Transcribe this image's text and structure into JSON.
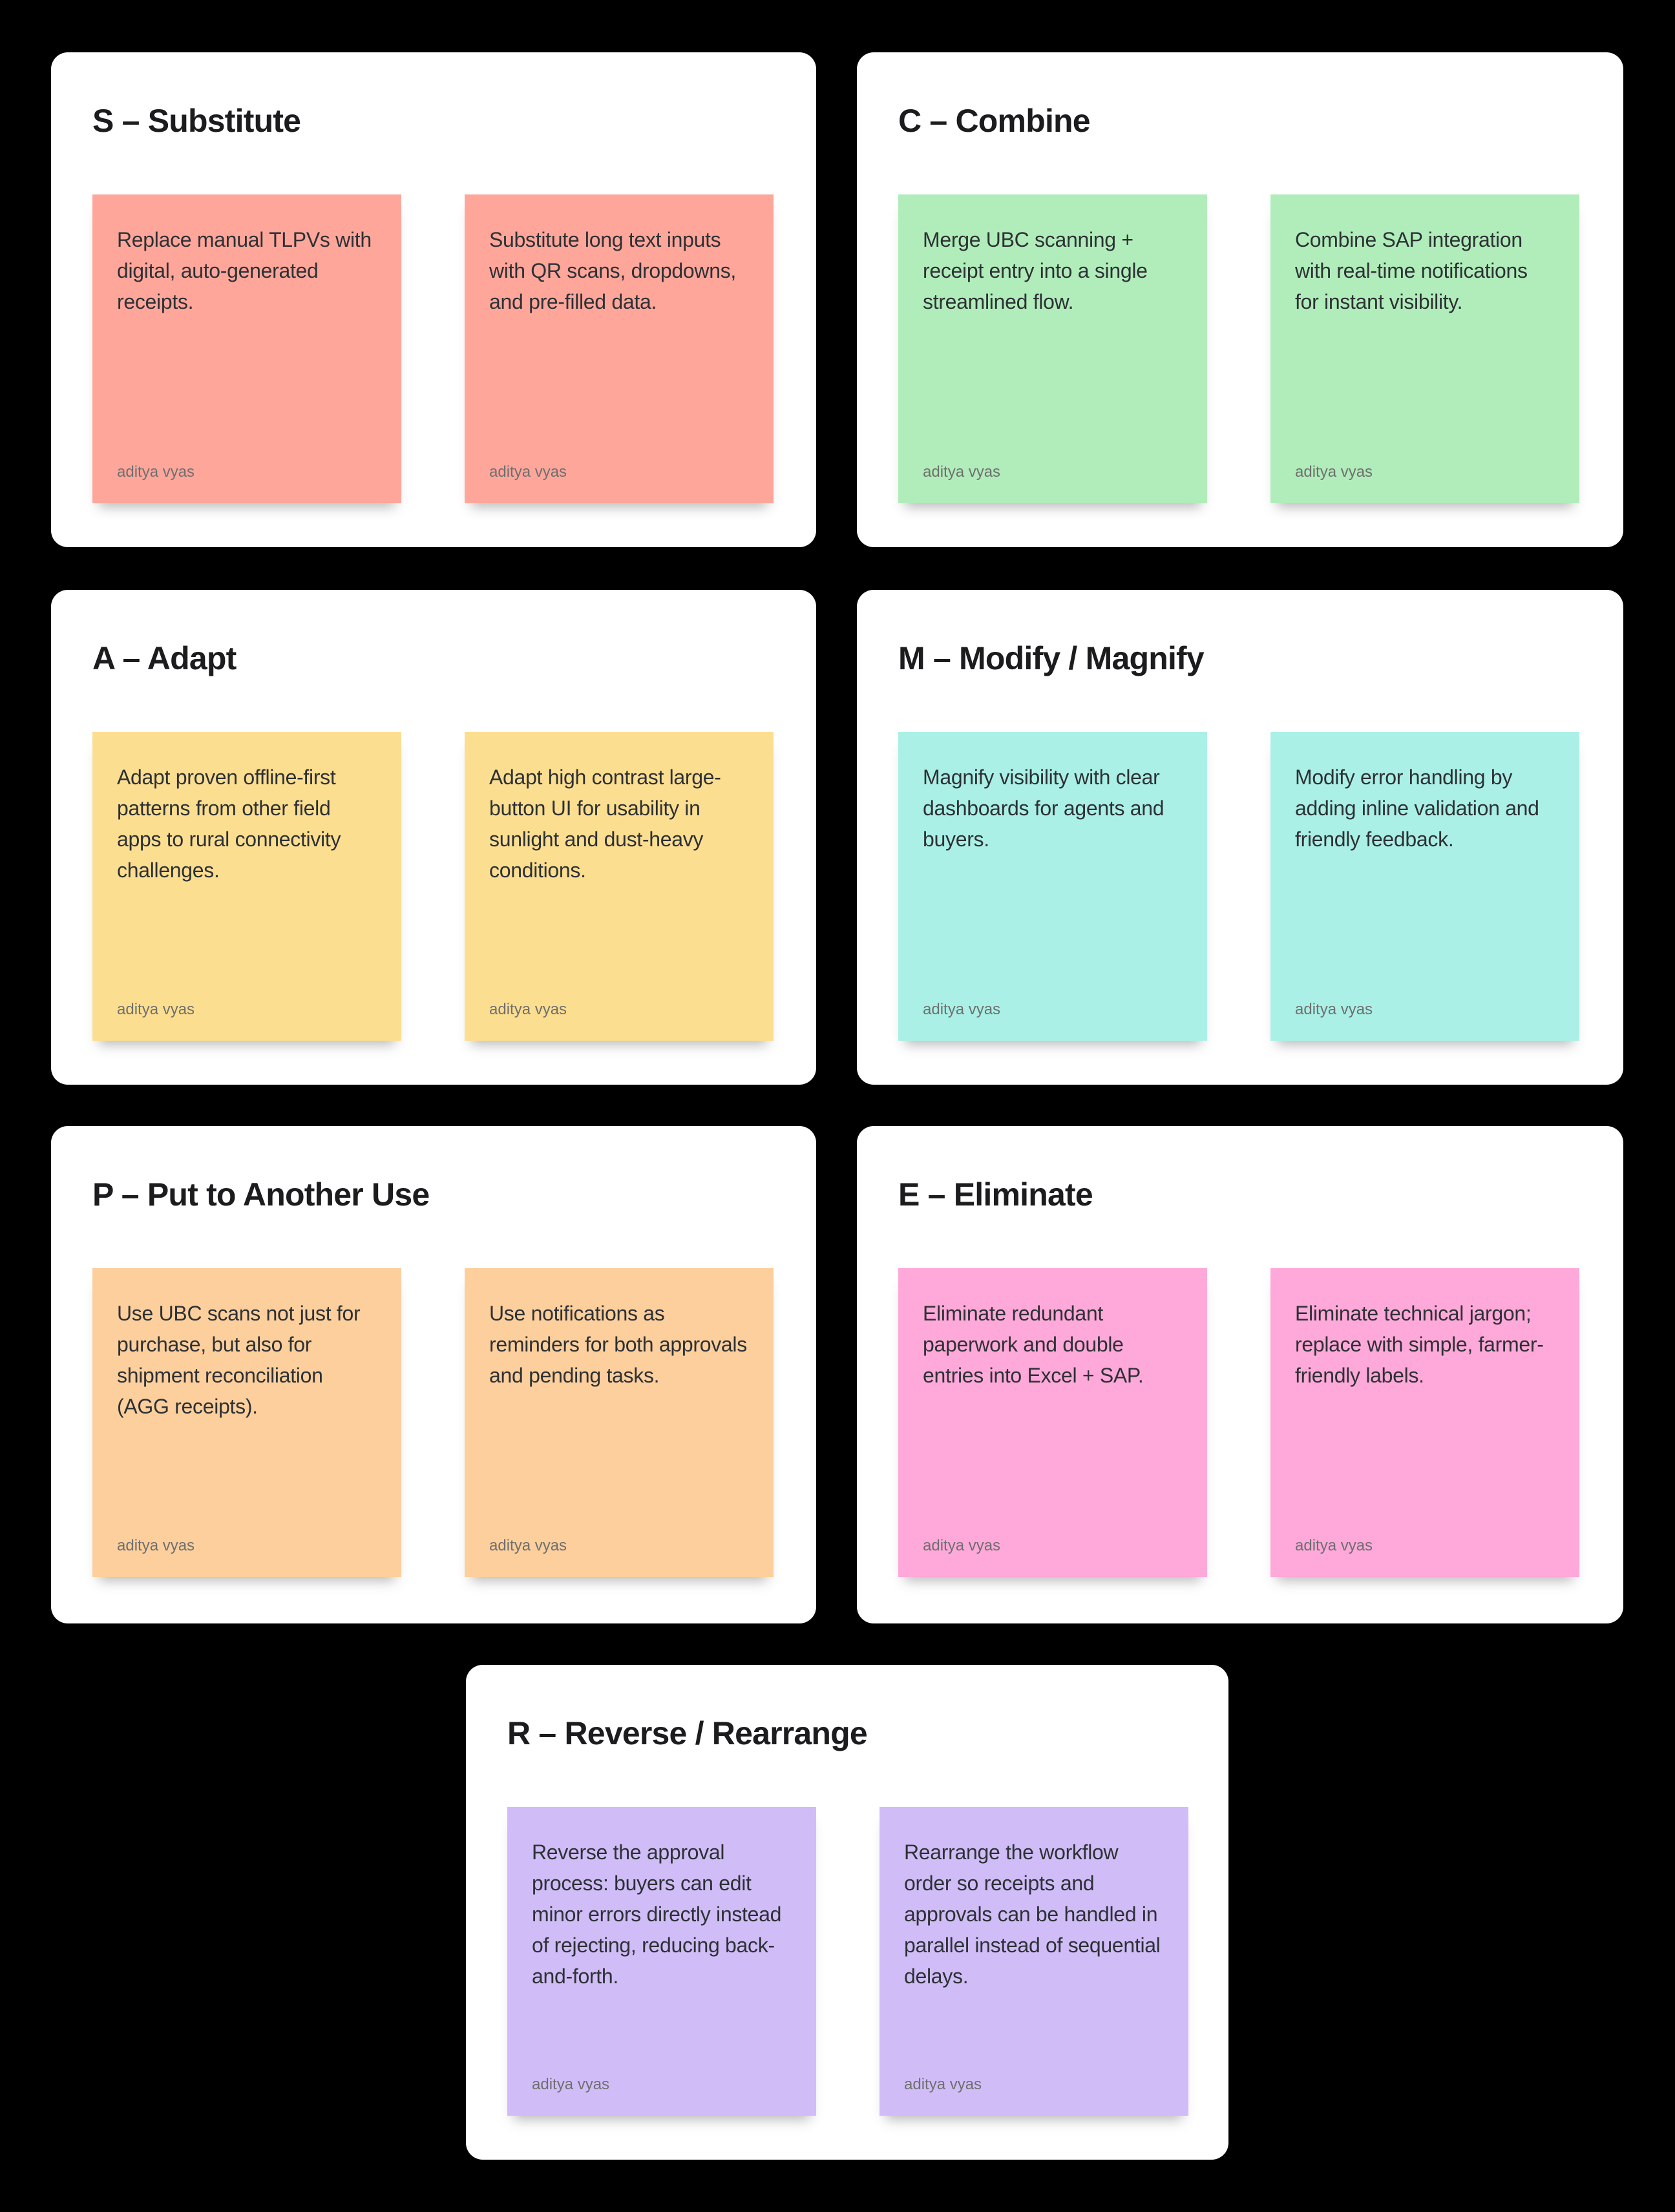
{
  "board": {
    "background": "#000000",
    "card_background": "#FFFFFF",
    "title_color": "#1C1C1E",
    "note_text_color": "#2D3135",
    "note_author_color": "#6F6F6F"
  },
  "sections": [
    {
      "title": "S – Substitute",
      "note_color": "#FFA69B",
      "notes": [
        {
          "text": "Replace manual TLPVs with digital, auto-generated receipts.",
          "author": "aditya vyas"
        },
        {
          "text": "Substitute long text inputs with QR scans, dropdowns, and pre-filled data.",
          "author": "aditya vyas"
        }
      ]
    },
    {
      "title": "C – Combine",
      "note_color": "#B1EDBA",
      "notes": [
        {
          "text": "Merge UBC scanning + receipt entry into a single streamlined flow.",
          "author": "aditya vyas"
        },
        {
          "text": "Combine SAP integration with real-time notifications for instant visibility.",
          "author": "aditya vyas"
        }
      ]
    },
    {
      "title": "A – Adapt",
      "note_color": "#FCDE90",
      "notes": [
        {
          "text": "Adapt proven offline-first patterns from other field apps to rural connectivity challenges.",
          "author": "aditya vyas"
        },
        {
          "text": "Adapt high contrast large-button UI for usability in sunlight and dust-heavy conditions.",
          "author": "aditya vyas"
        }
      ]
    },
    {
      "title": "M – Modify / Magnify",
      "note_color": "#ABF0E6",
      "notes": [
        {
          "text": "Magnify visibility with clear dashboards for agents and buyers.",
          "author": "aditya vyas"
        },
        {
          "text": "Modify error handling by adding inline validation and friendly feedback.",
          "author": "aditya vyas"
        }
      ]
    },
    {
      "title": "P – Put to Another Use",
      "note_color": "#FCCF9D",
      "notes": [
        {
          "text": "Use UBC scans not just for purchase, but also for shipment reconciliation (AGG receipts).",
          "author": "aditya vyas"
        },
        {
          "text": "Use notifications as reminders for both approvals and pending tasks.",
          "author": "aditya vyas"
        }
      ]
    },
    {
      "title": "E – Eliminate",
      "note_color": "#FFA9DA",
      "notes": [
        {
          "text": "Eliminate redundant paperwork and double entries into Excel + SAP.",
          "author": "aditya vyas"
        },
        {
          "text": "Eliminate technical jargon; replace with simple, farmer-friendly labels.",
          "author": "aditya vyas"
        }
      ]
    },
    {
      "title": "R – Reverse / Rearrange",
      "note_color": "#D0BDF7",
      "notes": [
        {
          "text": "Reverse the approval process: buyers can edit minor errors directly instead of rejecting, reducing back-and-forth.",
          "author": "aditya vyas"
        },
        {
          "text": "Rearrange the workflow order so receipts and approvals can be handled in parallel instead of sequential delays.",
          "author": "aditya vyas"
        }
      ]
    }
  ]
}
